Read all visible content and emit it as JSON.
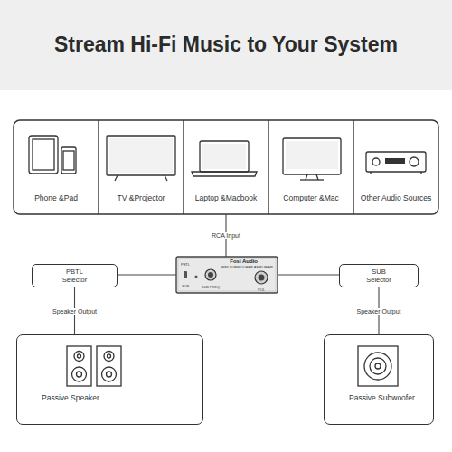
{
  "diagram": {
    "title": "Stream Hi-Fi Music to Your System",
    "nodes": [
      {
        "text": [
          "Phone &Pad"
        ]
      },
      {
        "text": [
          "TV &Projector"
        ]
      },
      {
        "text": [
          "Laptop &Macbook"
        ]
      },
      {
        "text": [
          "Computer &Mac"
        ]
      },
      {
        "text": [
          "Other Audio Sources"
        ]
      },
      {
        "text": [
          "Fosi Audio",
          "MINI SUBWOOFER AMPLIFIER"
        ]
      },
      {
        "text": [
          "PBTL Selector"
        ]
      },
      {
        "text": [
          "SUB Selector"
        ]
      },
      {
        "text": [
          "Passive Speaker"
        ]
      },
      {
        "text": [
          "Passive Subwoofer"
        ]
      }
    ],
    "edges": [
      {
        "from": 2,
        "to": 5,
        "label": "RCA Input",
        "arrow": "none"
      },
      {
        "from": 5,
        "to": 6,
        "arrow": "none"
      },
      {
        "from": 5,
        "to": 7,
        "arrow": "none"
      },
      {
        "from": 6,
        "to": 8,
        "label": "Speaker Output",
        "arrow": "none"
      },
      {
        "from": 7,
        "to": 9,
        "label": "Speaker Output",
        "arrow": "none"
      }
    ],
    "labels": [
      "PBTL",
      "SUB",
      "SUB FREQ",
      "VOL"
    ]
  }
}
